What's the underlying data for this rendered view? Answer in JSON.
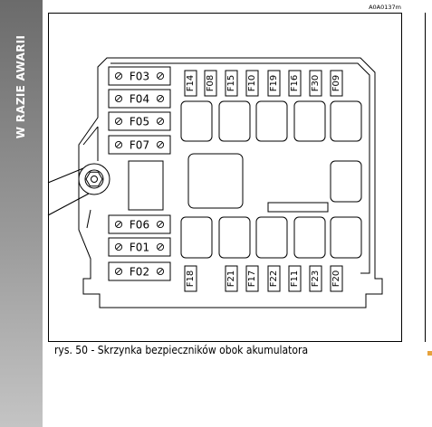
{
  "side_tab": {
    "label": "W RAZIE AWARII"
  },
  "figure": {
    "code": "A0A0137m"
  },
  "caption": "rys. 50 - Skrzynka bezpieczników obok akumulatora",
  "fuses_left_top": [
    "F03",
    "F04",
    "F05",
    "F07"
  ],
  "fuses_left_bottom": [
    "F06",
    "F01",
    "F02"
  ],
  "fuses_top_row": [
    "F14",
    "F08",
    "F15",
    "F10",
    "F19",
    "F16",
    "F30",
    "F09"
  ],
  "fuses_bottom_row": [
    "F18",
    "F21",
    "F17",
    "F22",
    "F11",
    "F23",
    "F20"
  ],
  "colors": {
    "side_tab": "#8a8a8a",
    "line": "#000000",
    "box_fill": "#ffffff"
  }
}
